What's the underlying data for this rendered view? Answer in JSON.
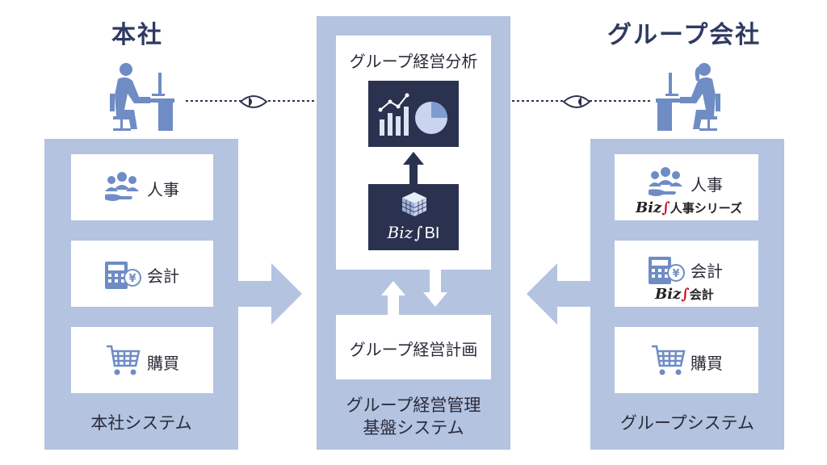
{
  "headquarters": {
    "title": "本社",
    "system_label": "本社システム",
    "items": [
      {
        "label": "人事"
      },
      {
        "label": "会計"
      },
      {
        "label": "購買"
      }
    ]
  },
  "group": {
    "title": "グループ会社",
    "system_label": "グループシステム",
    "items": [
      {
        "label": "人事",
        "product_prefix": "Biz",
        "product_mark": "∫",
        "product_suffix": "人事シリーズ"
      },
      {
        "label": "会計",
        "product_prefix": "Biz",
        "product_mark": "∫",
        "product_suffix": "会計"
      },
      {
        "label": "購買"
      }
    ]
  },
  "center": {
    "analysis_label": "グループ経営分析",
    "plan_label": "グループ経営計画",
    "system_label_line1": "グループ経営管理",
    "system_label_line2": "基盤システム",
    "bi_prefix": "Biz",
    "bi_mark": "∫",
    "bi_suffix": "BI"
  },
  "colors": {
    "panel": "#b3c3e0",
    "dark_box": "#2b3250",
    "heading": "#2f3a63",
    "brand_accent": "#d0021b"
  }
}
